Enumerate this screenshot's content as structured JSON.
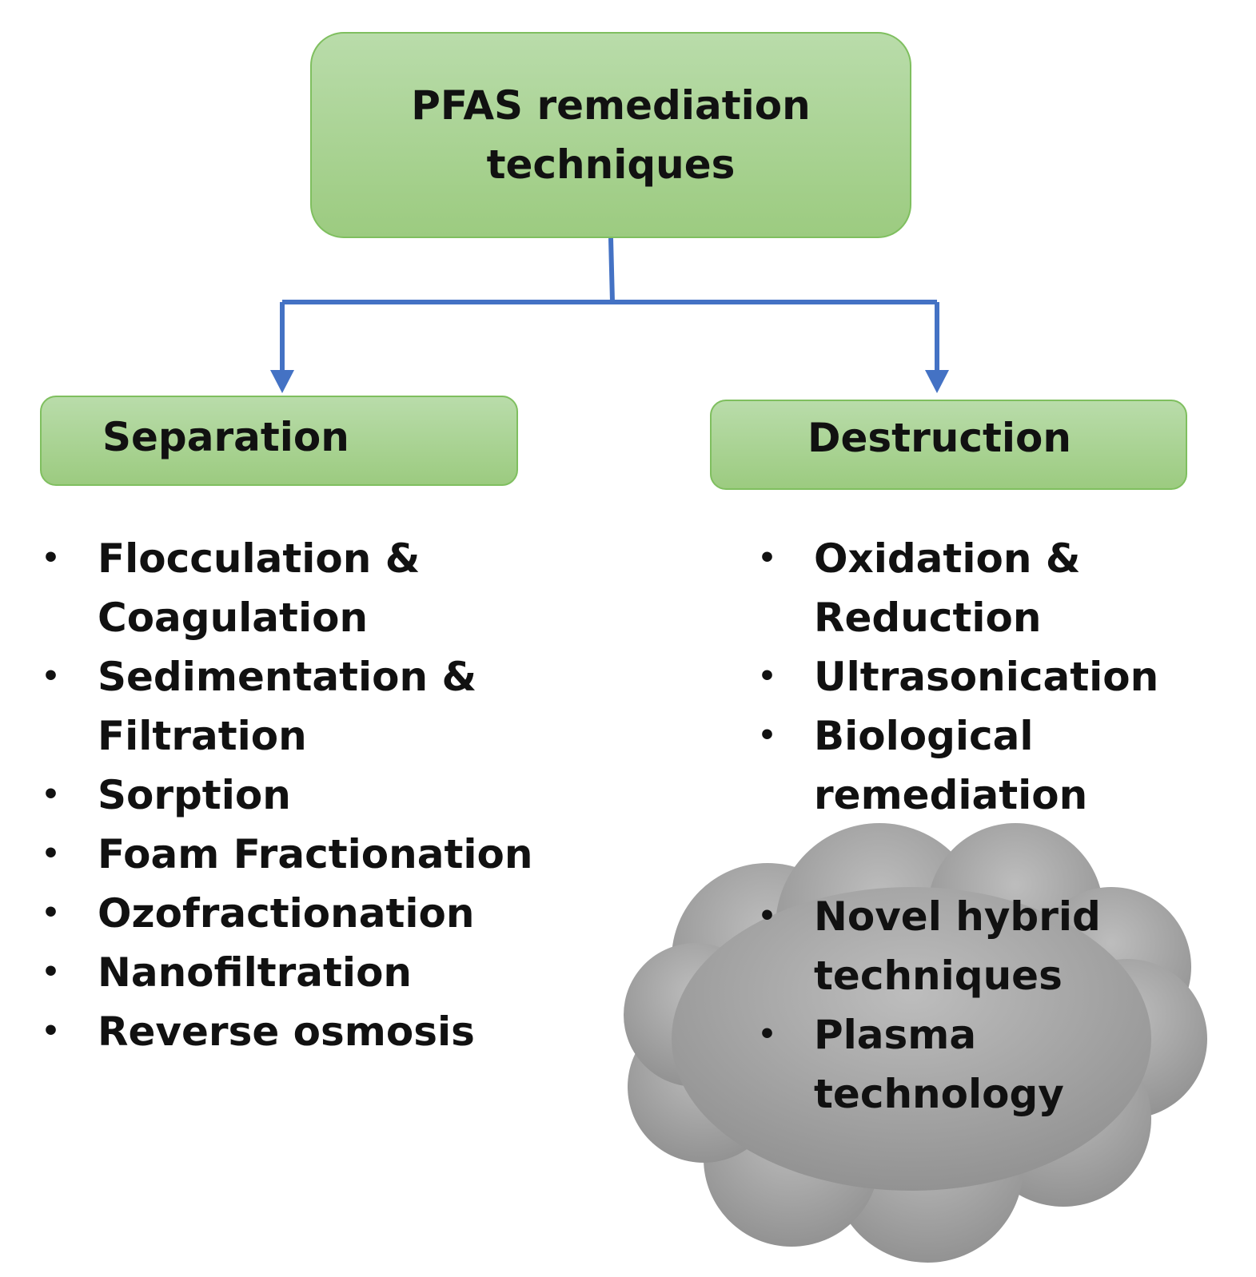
{
  "root": {
    "title": "PFAS remediation techniques"
  },
  "separation": {
    "title": "Separation",
    "items": [
      "Flocculation & Coagulation",
      "Sedimentation & Filtration",
      "Sorption",
      "Foam Fractionation",
      "Ozofractionation",
      "Nanofiltration",
      "Reverse osmosis"
    ]
  },
  "destruction": {
    "title": "Destruction",
    "items": [
      "Oxidation & Reduction",
      "Ultrasonication",
      "Biological remediation"
    ]
  },
  "emerging": {
    "items": [
      "Novel hybrid techniques",
      "Plasma technology"
    ]
  },
  "bullet_symbol": "•",
  "colors": {
    "box_fill": "#a8d18d",
    "box_border": "#7fbf5f",
    "connector": "#4472c4",
    "cloud_fill": "#a6a6a6"
  }
}
